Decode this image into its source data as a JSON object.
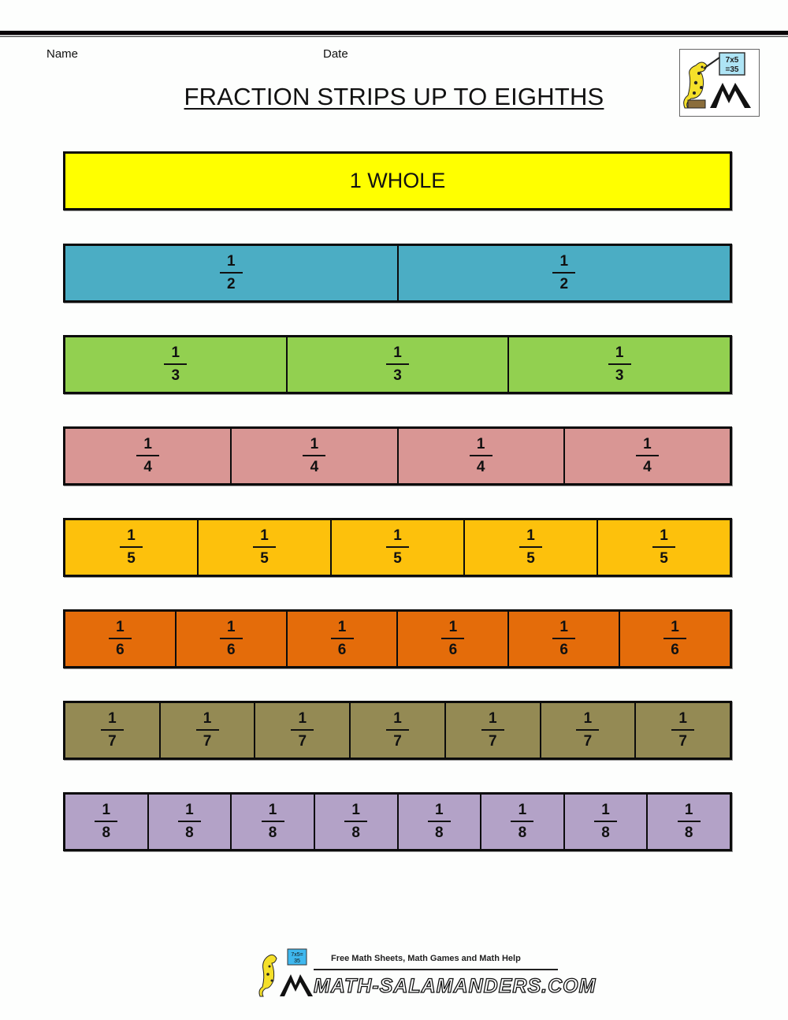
{
  "header": {
    "name_label": "Name",
    "date_label": "Date",
    "title": "FRACTION STRIPS UP TO EIGHTHS",
    "logo_icon": "salamander-teacher-logo-icon",
    "logo_board_text_line1": "7x5",
    "logo_board_text_line2": "=35"
  },
  "whole": {
    "label": "1 WHOLE",
    "color": "#ffff00"
  },
  "strips": [
    {
      "name": "halves",
      "denominator": 2,
      "color": "#4badc4",
      "cells": [
        {
          "num": "1",
          "den": "2"
        },
        {
          "num": "1",
          "den": "2"
        }
      ]
    },
    {
      "name": "thirds",
      "denominator": 3,
      "color": "#92d050",
      "cells": [
        {
          "num": "1",
          "den": "3"
        },
        {
          "num": "1",
          "den": "3"
        },
        {
          "num": "1",
          "den": "3"
        }
      ]
    },
    {
      "name": "quarters",
      "denominator": 4,
      "color": "#d99694",
      "cells": [
        {
          "num": "1",
          "den": "4"
        },
        {
          "num": "1",
          "den": "4"
        },
        {
          "num": "1",
          "den": "4"
        },
        {
          "num": "1",
          "den": "4"
        }
      ]
    },
    {
      "name": "fifths",
      "denominator": 5,
      "color": "#fdc10c",
      "cells": [
        {
          "num": "1",
          "den": "5"
        },
        {
          "num": "1",
          "den": "5"
        },
        {
          "num": "1",
          "den": "5"
        },
        {
          "num": "1",
          "den": "5"
        },
        {
          "num": "1",
          "den": "5"
        }
      ]
    },
    {
      "name": "sixths",
      "denominator": 6,
      "color": "#e46c0a",
      "cells": [
        {
          "num": "1",
          "den": "6"
        },
        {
          "num": "1",
          "den": "6"
        },
        {
          "num": "1",
          "den": "6"
        },
        {
          "num": "1",
          "den": "6"
        },
        {
          "num": "1",
          "den": "6"
        },
        {
          "num": "1",
          "den": "6"
        }
      ]
    },
    {
      "name": "sevenths",
      "denominator": 7,
      "color": "#948a54",
      "cells": [
        {
          "num": "1",
          "den": "7"
        },
        {
          "num": "1",
          "den": "7"
        },
        {
          "num": "1",
          "den": "7"
        },
        {
          "num": "1",
          "den": "7"
        },
        {
          "num": "1",
          "den": "7"
        },
        {
          "num": "1",
          "den": "7"
        },
        {
          "num": "1",
          "den": "7"
        }
      ]
    },
    {
      "name": "eighths",
      "denominator": 8,
      "color": "#b3a2c7",
      "cells": [
        {
          "num": "1",
          "den": "8"
        },
        {
          "num": "1",
          "den": "8"
        },
        {
          "num": "1",
          "den": "8"
        },
        {
          "num": "1",
          "den": "8"
        },
        {
          "num": "1",
          "den": "8"
        },
        {
          "num": "1",
          "den": "8"
        },
        {
          "num": "1",
          "den": "8"
        },
        {
          "num": "1",
          "den": "8"
        }
      ]
    }
  ],
  "footer": {
    "tagline": "Free Math Sheets, Math Games and Math Help",
    "site": "MATH-SALAMANDERS.COM",
    "logo_icon": "salamander-footer-logo-icon",
    "board_text": "7x5=35"
  }
}
